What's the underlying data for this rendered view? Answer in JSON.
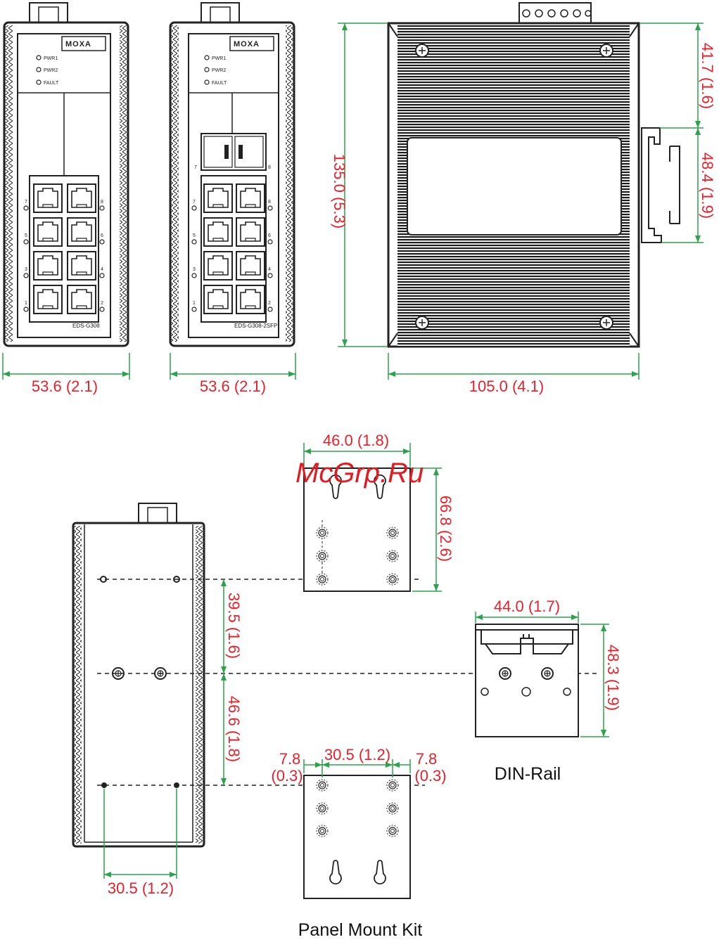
{
  "watermark": "McGrp.Ru",
  "colors": {
    "dimension": "#e8202a",
    "dimension_line": "#2aa34a",
    "outline": "#222222",
    "background": "#ffffff"
  },
  "devices": {
    "left": {
      "brand": "MOXA",
      "model": "EDS-G308",
      "leds": [
        "PWR1",
        "PWR2",
        "FAULT"
      ],
      "port_numbers_left": [
        "7",
        "5",
        "3",
        "1"
      ],
      "port_numbers_right": [
        "8",
        "6",
        "4",
        "2"
      ]
    },
    "middle": {
      "brand": "MOXA",
      "model": "EDS-G308-2SFP",
      "leds": [
        "PWR1",
        "PWR2",
        "FAULT"
      ],
      "sfp_left": "7",
      "sfp_right": "8",
      "port_numbers_left": [
        "7",
        "5",
        "3",
        "1"
      ],
      "port_numbers_right": [
        "8",
        "6",
        "4",
        "2"
      ]
    }
  },
  "dimensions": {
    "front_width_1": "53.6 (2.1)",
    "front_width_2": "53.6 (2.1)",
    "side_width": "105.0 (4.1)",
    "height": "135.0 (5.3)",
    "side_top_offset": "41.7 (1.6)",
    "din_clip_height": "48.4 (1.9)",
    "panel_kit_width": "46.0 (1.8)",
    "panel_kit_height": "66.8 (2.6)",
    "hole_spacing_upper": "39.5 (1.6)",
    "hole_spacing_lower": "46.6 (1.8)",
    "rear_hole_spacing": "30.5 (1.2)",
    "kit_margin_left": "7.8",
    "kit_margin_left_in": "(0.3)",
    "kit_hole_spacing": "30.5 (1.2)",
    "kit_margin_right": "7.8",
    "kit_margin_right_in": "(0.3)",
    "din_width": "44.0 (1.7)",
    "din_height": "48.3 (1.9)"
  },
  "labels": {
    "din_rail": "DIN-Rail",
    "panel_mount_kit": "Panel Mount Kit"
  }
}
